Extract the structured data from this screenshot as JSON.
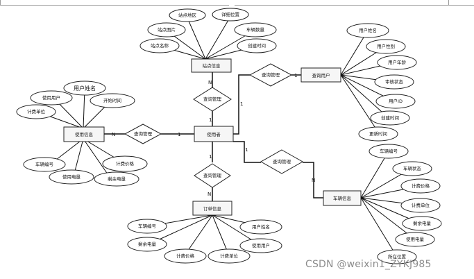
{
  "entities": {
    "site": "站点信息",
    "user": "使用信息",
    "admin": "使用者",
    "query_user": "查询用户",
    "order": "订单信息",
    "vehicle": "车辆信息"
  },
  "relations": {
    "rel_site": "查询管理",
    "rel_user": "查询管理",
    "rel_query": "查询管理",
    "rel_order": "查询管理",
    "rel_vehicle": "查询管理"
  },
  "attributes": {
    "site": [
      "站点地区",
      "详细位置",
      "站点图片",
      "车辆数量",
      "站点名称",
      "创建时间"
    ],
    "user": [
      "用户姓名",
      "使用用户",
      "开始时间",
      "计费单位",
      "车辆编号",
      "计费价格",
      "使用电量",
      "剩余电量"
    ],
    "query_user": [
      "用户姓名",
      "用户性别",
      "用户年龄",
      "审核状态",
      "用户ID",
      "创建时间",
      "更新时间"
    ],
    "order": [
      "车辆编号",
      "用户姓名",
      "剩余电量",
      "使用用户",
      "计费价格",
      "计费单位"
    ],
    "vehicle": [
      "车辆编号",
      "车辆状态",
      "计费价格",
      "计费单位",
      "剩余电量",
      "使用电量",
      "所在位置"
    ]
  },
  "cardinalities": {
    "site_top": "N",
    "site_bottom": "1",
    "user_left": "N",
    "user_right": "1",
    "order_top": "1",
    "order_bottom": "N",
    "query_left": "1",
    "query_right": "1",
    "vehicle_top": "1",
    "vehicle_bottom": "N"
  },
  "watermark": "CSDN @weixin1_ZYKJ985"
}
